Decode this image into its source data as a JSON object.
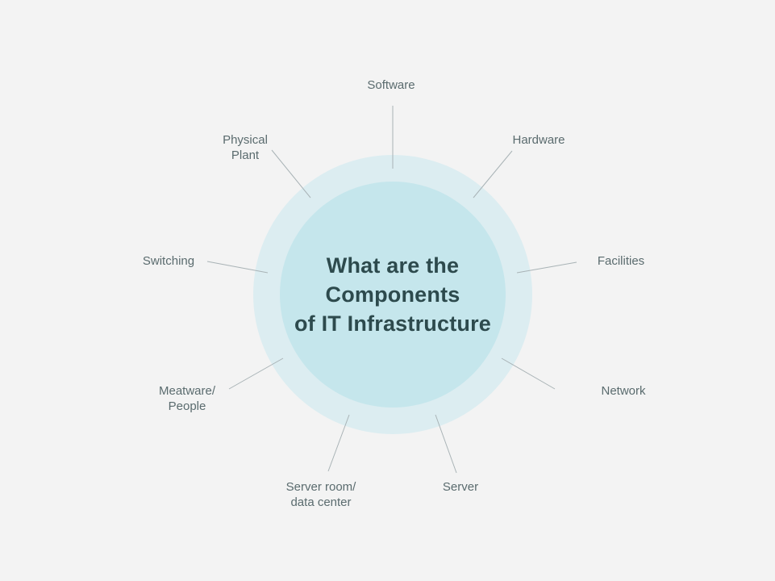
{
  "center_title": {
    "line1": "What are the",
    "line2": "Components",
    "line3": "of IT Infrastructure"
  },
  "components": [
    {
      "id": "software",
      "lines": [
        "Software"
      ]
    },
    {
      "id": "hardware",
      "lines": [
        "Hardware"
      ]
    },
    {
      "id": "facilities",
      "lines": [
        "Facilities"
      ]
    },
    {
      "id": "network",
      "lines": [
        "Network"
      ]
    },
    {
      "id": "server",
      "lines": [
        "Server"
      ]
    },
    {
      "id": "server-room",
      "lines": [
        "Server room/",
        "data center"
      ]
    },
    {
      "id": "meatware",
      "lines": [
        "Meatware/",
        "People"
      ]
    },
    {
      "id": "switching",
      "lines": [
        "Switching"
      ]
    },
    {
      "id": "physical-plant",
      "lines": [
        "Physical",
        "Plant"
      ]
    }
  ],
  "colors": {
    "background": "#f3f3f3",
    "outer_ring": "#dcedf1",
    "inner_circle": "#c5e6ec",
    "connector": "#a9b3b6",
    "title_text": "#2d4a4d",
    "label_text": "#5a6b6e"
  }
}
